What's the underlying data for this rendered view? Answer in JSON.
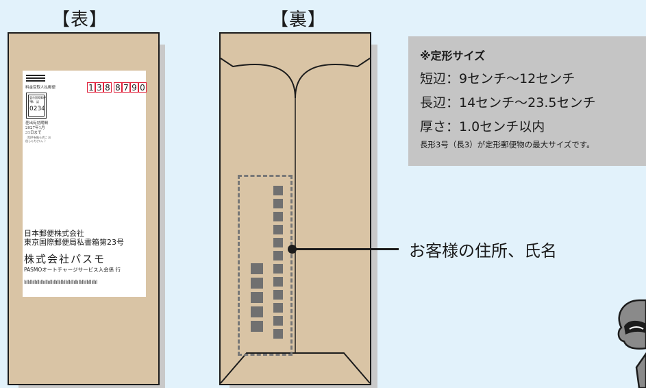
{
  "front": {
    "heading": "【表】",
    "postal_code": [
      "1",
      "3",
      "8",
      "8",
      "7",
      "9",
      "0"
    ],
    "permit_label": "料金受取人払郵便",
    "office_stamp_top": "東京国際郵便局",
    "office_stamp_mid": "承　認",
    "permit_number": "0234",
    "validity_line1": "差出有効期間",
    "validity_line2": "2027年1月",
    "validity_line3": "31日まで",
    "validity_note": "（切手を貼らずに お出しください。）",
    "address_line1": "日本郵便株式会社",
    "address_line2": "東京国際郵便局私書箱第23号",
    "company_name": "株式会社パスモ",
    "department": "PASMOオートチャージサービス入会係 行",
    "barcode": "lıllıllıllıllıllııllııllıllıllıllıllıllıllıllıllıllıllıllıllıl"
  },
  "back": {
    "heading": "【裏】"
  },
  "info": {
    "title": "※定形サイズ",
    "lines": [
      "短辺：9センチ〜12センチ",
      "長辺：14センチ〜23.5センチ",
      "厚さ：1.0センチ以内"
    ],
    "note": "長形3号（長3）が定形郵便物の最大サイズです。"
  },
  "callout": {
    "label": "お客様の住所、氏名"
  },
  "colors": {
    "background": "#e2f2fb",
    "envelope": "#d9c4a5",
    "zip_border": "#e0203a",
    "info_box": "#c5c5c5"
  },
  "icons": {
    "mascot": "pasmo-robot-mascot-icon"
  }
}
